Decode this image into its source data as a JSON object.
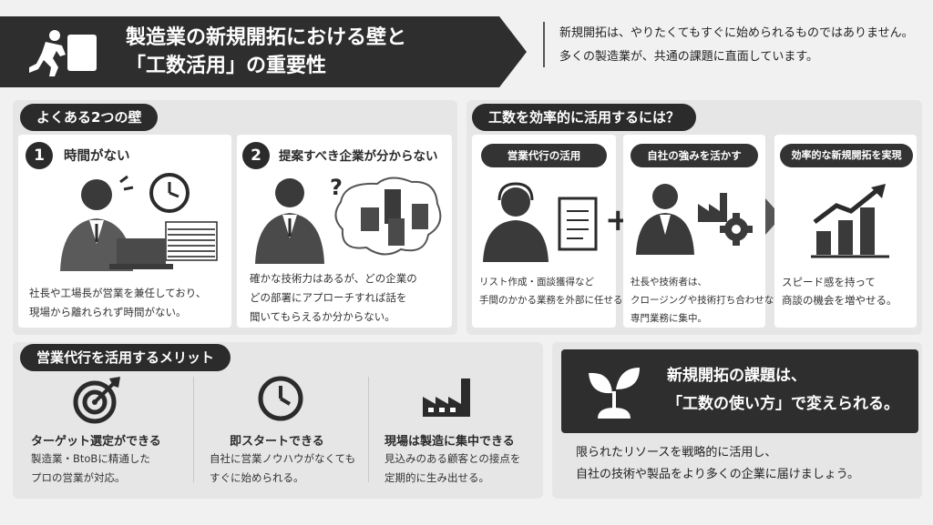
{
  "header": {
    "title_line1": "製造業の新規開拓における壁と",
    "title_line2": "「工数活用」の重要性",
    "intro_line1": "新規開拓は、やりたくてもすぐに始められるものではありません。",
    "intro_line2": "多くの製造業が、共通の課題に直面しています。"
  },
  "walls": {
    "heading": "よくある2つの壁",
    "items": [
      {
        "number": "1",
        "title": "時間がない",
        "desc_line1": "社長や工場長が営業を兼任しており、",
        "desc_line2": "現場から離れられず時間がない。"
      },
      {
        "number": "2",
        "title": "提案すべき企業が分からない",
        "desc_line1": "確かな技術力はあるが、どの企業の",
        "desc_line2": "どの部署にアプローチすれば話を",
        "desc_line3": "聞いてもらえるか分からない。"
      }
    ]
  },
  "efficiency": {
    "heading": "工数を効率的に活用するには？",
    "items": [
      {
        "label": "営業代行の活用",
        "desc_line1": "リスト作成・面談獲得など",
        "desc_line2": "手間のかかる業務を外部に任せる。"
      },
      {
        "label": "自社の強みを活かす",
        "desc_line1": "社長や技術者は、",
        "desc_line2": "クロージングや技術打ち合わせなど",
        "desc_line3": "専門業務に集中。"
      },
      {
        "label": "効率的な新規開拓を実現",
        "desc_line1": "スピード感を持って",
        "desc_line2": "商談の機会を増やせる。"
      }
    ],
    "plus": "+"
  },
  "merits": {
    "heading": "営業代行を活用するメリット",
    "items": [
      {
        "title": "ターゲット選定ができる",
        "desc_line1": "製造業・BtoBに精通した",
        "desc_line2": "プロの営業が対応。",
        "icon": "target-icon"
      },
      {
        "title": "即スタートできる",
        "desc_line1": "自社に営業ノウハウがなくても",
        "desc_line2": "すぐに始められる。",
        "icon": "clock-icon"
      },
      {
        "title": "現場は製造に集中できる",
        "desc_line1": "見込みのある顧客との接点を",
        "desc_line2": "定期的に生み出せる。",
        "icon": "factory-icon"
      }
    ]
  },
  "conclusion": {
    "line1": "新規開拓の課題は、",
    "line2": "「工数の使い方」で変えられる。",
    "closing_line1": "限られたリソースを戦略的に活用し、",
    "closing_line2": "自社の技術や製品をより多くの企業に届けましょう。"
  }
}
